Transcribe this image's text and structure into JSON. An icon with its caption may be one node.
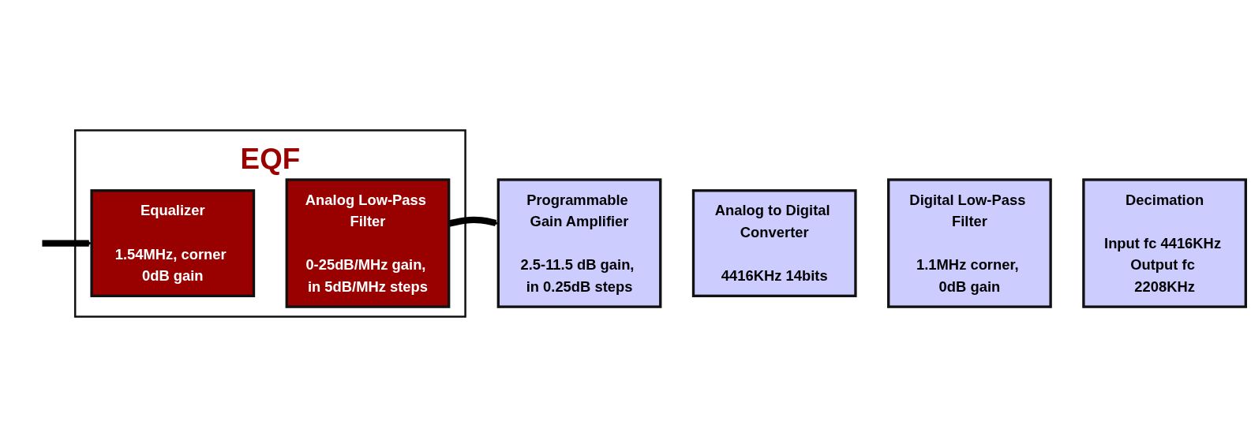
{
  "diagram": {
    "nodes": [
      {
        "text": [
          "EQF"
        ]
      },
      {
        "text": [
          "Equalizer",
          "1.54MHz, corner 0dB gain"
        ],
        "in": 0
      },
      {
        "text": [
          "Analog Low-Pass Filter",
          "0-25dB/MHz gain, in 5dB/MHz steps"
        ],
        "in": 0
      },
      {
        "text": [
          "Programmable Gain Amplifier",
          "2.5-11.5 dB gain, in 0.25dB steps"
        ]
      },
      {
        "text": [
          "Analog to Digital Converter",
          "4416KHz 14bits"
        ]
      },
      {
        "text": [
          "Digital Low-Pass Filter",
          "1.1MHz corner, 0dB gain"
        ]
      },
      {
        "text": [
          "Decimation",
          "Input fc 4416KHz Output fc 2208KHz"
        ]
      }
    ],
    "edges": [
      {
        "from": null,
        "to": 1,
        "arrow": "to"
      },
      {
        "from": 2,
        "to": 3,
        "arrow": "to"
      }
    ]
  }
}
